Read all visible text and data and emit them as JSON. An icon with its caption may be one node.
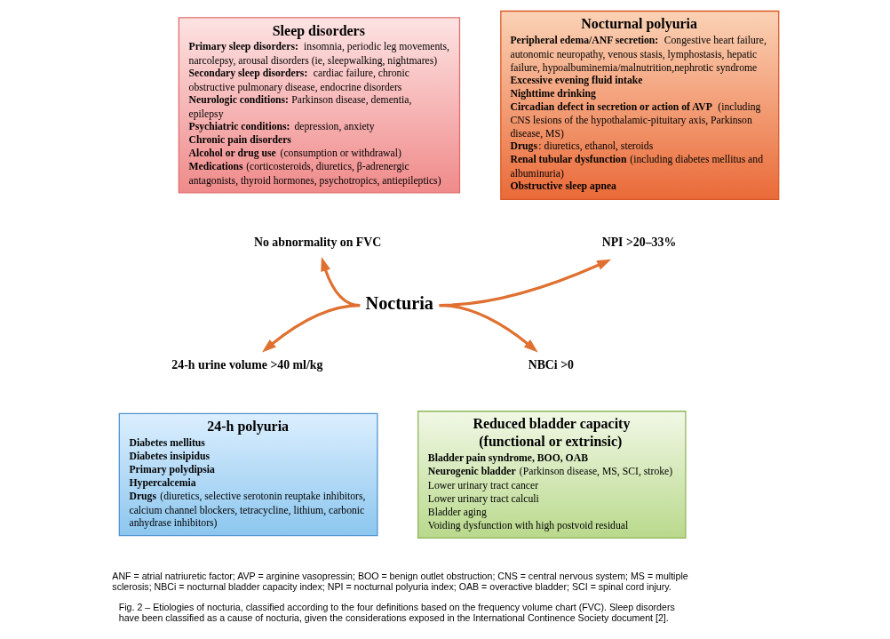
{
  "diagram": {
    "caption": "Fig. 2 – Etiologies of nocturia, classified according to the four definitions based on the frequency volume chart (FVC). Sleep disorders have been classified as a cause of nocturia, given the considerations exposed in the International Continence Society document [2].",
    "nodes": [
      {
        "text": [
          "Sleep disorders",
          "**Primary sleep disorders:** insomnia, periodic leg movements, narcolepsy, arousal disorders (ie, sleepwalking, nightmares)",
          "**Secondary sleep disorders:** cardiac failure, chronic obstructive pulmonary disease, endocrine disorders",
          "**Neurologic conditions:** Parkinson disease, dementia, epilepsy",
          "**Psychiatric conditions:** depression, anxiety",
          "**Chronic pain disorders**",
          "**Alcohol or drug use** (consumption or withdrawal)",
          "**Medications** (corticosteroids, diuretics, β-adrenergic antagonists, thyroid hormones, psychotropics, antiepileptics)"
        ]
      },
      {
        "text": [
          "Nocturnal polyuria",
          "**Peripheral edema/ANF secretion:** Congestive heart failure, autonomic neuropathy, venous stasis, lymphostasis, hepatic failure, hypoalbuminemia/malnutrition,nephrotic syndrome",
          "**Excessive evening fluid intake**",
          "**Nighttime drinking**",
          "**Circadian defect in secretion or action of AVP** (including CNS lesions of the hypothalamic-pituitary axis, Parkinson disease, MS)",
          "**Drugs**: diuretics, ethanol, steroids",
          "**Renal tubular dysfunction** (including diabetes mellitus and albuminuria)",
          "**Obstructive sleep apnea**"
        ]
      },
      {
        "text": [
          "No abnormality on FVC"
        ]
      },
      {
        "text": [
          "NPI >20–33%"
        ]
      },
      {
        "text": [
          "Nocturia"
        ]
      },
      {
        "text": [
          "24-h urine volume >40 ml/kg"
        ]
      },
      {
        "text": [
          "NBCi >0"
        ]
      },
      {
        "text": [
          "24-h polyuria",
          "**Diabetes mellitus**",
          "**Diabetes insipidus**",
          "**Primary polydipsia**",
          "**Hypercalcemia**",
          "**Drugs** (diuretics, selective serotonin reuptake inhibitors, calcium channel blockers, tetracycline, lithium, carbonic anhydrase inhibitors)"
        ]
      },
      {
        "text": [
          "Reduced bladder capacity (functional or extrinsic)",
          "**Bladder pain syndrome, BOO, OAB**",
          "**Neurogenic bladder** (Parkinson disease, MS, SCI, stroke)",
          "Lower urinary tract cancer",
          "Lower urinary tract calculi",
          "Bladder aging",
          "Voiding dysfunction with high postvoid residual"
        ]
      }
    ],
    "edges": [
      {
        "from": 4,
        "to": 2,
        "arrow": "to"
      },
      {
        "from": 4,
        "to": 3,
        "arrow": "to"
      },
      {
        "from": 4,
        "to": 5,
        "arrow": "to"
      },
      {
        "from": 4,
        "to": 6,
        "arrow": "to"
      }
    ],
    "labels": [
      "ANF = atrial natriuretic factor; AVP = arginine vasopressin; BOO = benign outlet obstruction; CNS = central nervous system; MS = multiple sclerosis; NBCi = nocturnal bladder capacity index; NPI = nocturnal polyuria index; OAB = overactive bladder; SCI = spinal cord injury."
    ]
  }
}
